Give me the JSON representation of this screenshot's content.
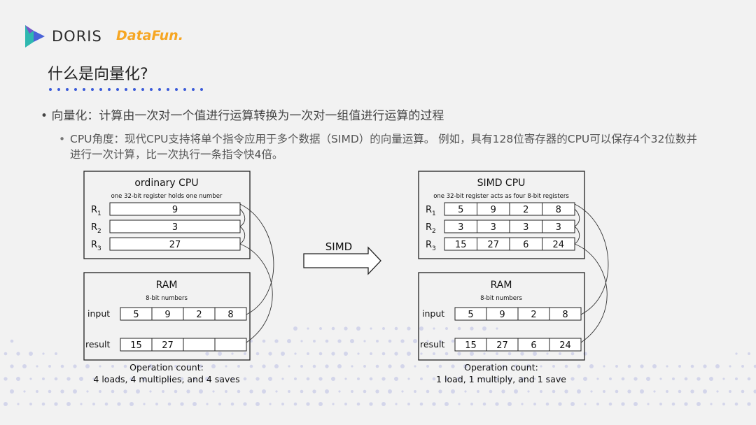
{
  "brand": {
    "doris": "DORIS",
    "datafun": "DataFun."
  },
  "colors": {
    "accent": "#3b5bd9",
    "datafun": "#f6a623",
    "dots": "#d3d5ea"
  },
  "slide": {
    "title": "什么是向量化?",
    "bullet1": "向量化：计算由一次对一个值进行运算转换为一次对一组值进行运算的过程",
    "bullet2": "CPU角度：现代CPU支持将单个指令应用于多个数据（SIMD）的向量运算。 例如，具有128位寄存器的CPU可以保存4个32位数并进行一次计算，比一次执行一条指令快4倍。"
  },
  "diagram": {
    "arrow_label": "SIMD",
    "left": {
      "cpu_title": "ordinary CPU",
      "cpu_subtitle": "one 32-bit register holds one number",
      "registers": [
        {
          "label": "R",
          "sub": "1",
          "cells": [
            "9"
          ]
        },
        {
          "label": "R",
          "sub": "2",
          "cells": [
            "3"
          ]
        },
        {
          "label": "R",
          "sub": "3",
          "cells": [
            "27"
          ]
        }
      ],
      "ram_title": "RAM",
      "ram_subtitle": "8-bit numbers",
      "input_label": "input",
      "input": [
        "5",
        "9",
        "2",
        "8"
      ],
      "result_label": "result",
      "result": [
        "15",
        "27",
        "",
        ""
      ],
      "op_title": "Operation count:",
      "op_detail": "4 loads, 4 multiplies, and 4 saves"
    },
    "right": {
      "cpu_title": "SIMD CPU",
      "cpu_subtitle": "one 32-bit register acts as four 8-bit registers",
      "registers": [
        {
          "label": "R",
          "sub": "1",
          "cells": [
            "5",
            "9",
            "2",
            "8"
          ]
        },
        {
          "label": "R",
          "sub": "2",
          "cells": [
            "3",
            "3",
            "3",
            "3"
          ]
        },
        {
          "label": "R",
          "sub": "3",
          "cells": [
            "15",
            "27",
            "6",
            "24"
          ]
        }
      ],
      "ram_title": "RAM",
      "ram_subtitle": "8-bit numbers",
      "input_label": "input",
      "input": [
        "5",
        "9",
        "2",
        "8"
      ],
      "result_label": "result",
      "result": [
        "15",
        "27",
        "6",
        "24"
      ],
      "op_title": "Operation count:",
      "op_detail": "1 load, 1 multiply, and 1 save"
    }
  }
}
